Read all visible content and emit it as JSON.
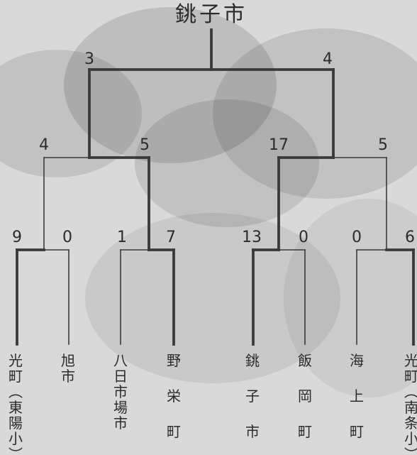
{
  "colors": {
    "background": "#d9d9d9",
    "line": "#3a3a3a",
    "text": "#2b2b2b"
  },
  "bracket": {
    "champion": "銚子市",
    "teams": [
      {
        "name": "光町(東陽小)",
        "score": "9"
      },
      {
        "name": "旭市",
        "score": "0"
      },
      {
        "name": "八日市場市",
        "score": "1"
      },
      {
        "name": "野栄町",
        "score": "7"
      },
      {
        "name": "銚子市",
        "score": "13"
      },
      {
        "name": "飯岡町",
        "score": "0"
      },
      {
        "name": "海上町",
        "score": "0"
      },
      {
        "name": "光町(南条小)",
        "score": "6"
      }
    ],
    "round2": [
      {
        "score": "4"
      },
      {
        "score": "5"
      },
      {
        "score": "17"
      },
      {
        "score": "5"
      }
    ],
    "final": [
      {
        "score": "3"
      },
      {
        "score": "4"
      }
    ]
  }
}
